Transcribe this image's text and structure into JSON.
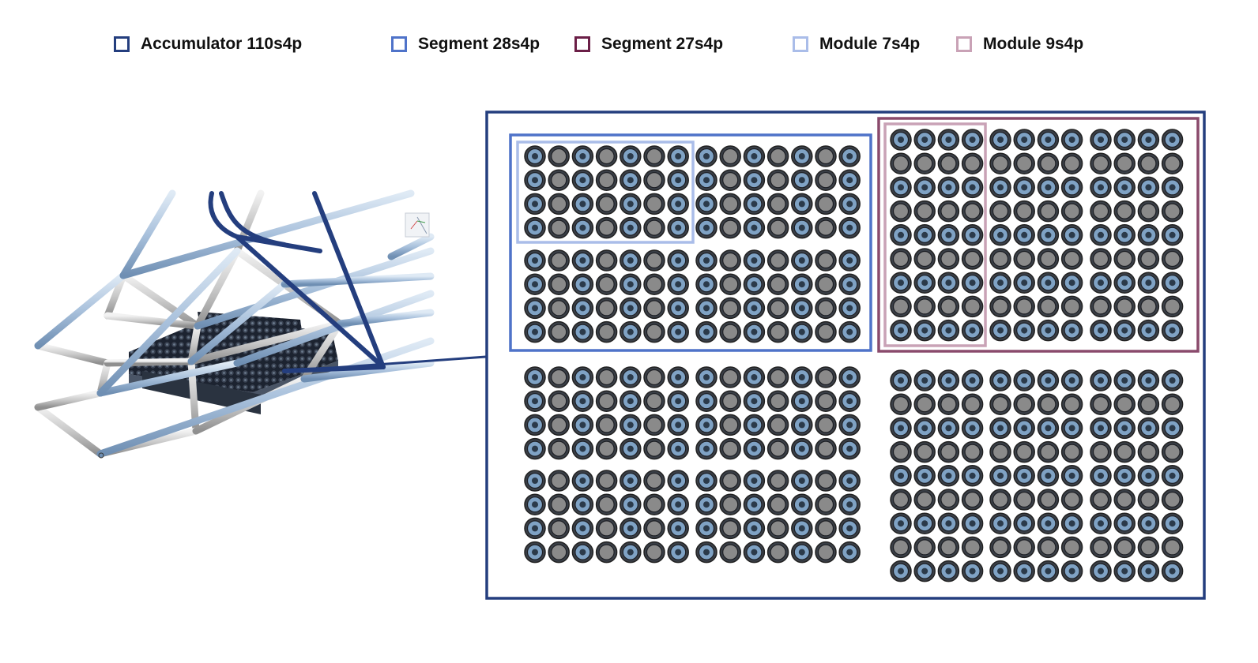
{
  "legend": {
    "items": [
      {
        "label": "Accumulator 110s4p",
        "color": "#243e7e"
      },
      {
        "label": "Segment 28s4p",
        "color": "#4f73c9"
      },
      {
        "label": "Segment 27s4p",
        "color": "#6b1f47"
      },
      {
        "label": "Module 7s4p",
        "color": "#aabde9"
      },
      {
        "label": "Module 9s4p",
        "color": "#c9a2b6"
      }
    ]
  },
  "frame_view": {
    "tube_light": "#a9c1dc",
    "tube_grey": "#c9c9c9",
    "tube_dark": "#243e7e"
  },
  "cell_colors": {
    "blue_cell": "#7fa2c4",
    "grey_cell": "#8a8a8a",
    "rim": "#222"
  }
}
